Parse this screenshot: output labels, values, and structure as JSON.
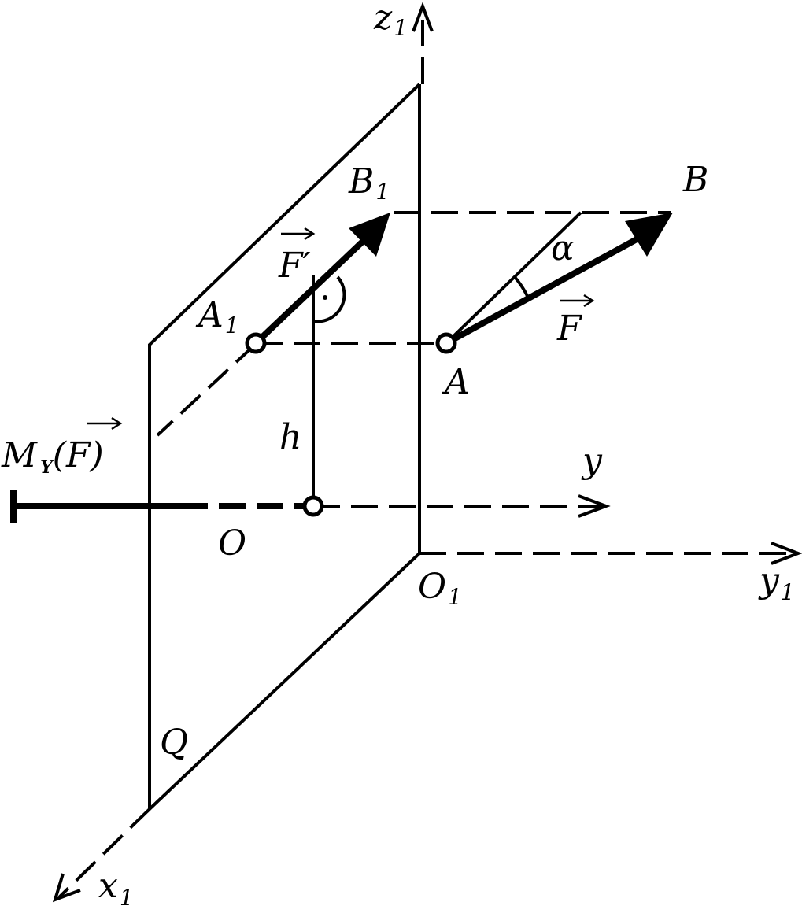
{
  "labels": {
    "z1": "z",
    "z1_sub": "1",
    "B": "B",
    "B1": "B",
    "B1_sub": "1",
    "F_prime": "F′",
    "F": "F",
    "alpha": "α",
    "A1": "A",
    "A1_sub": "1",
    "A": "A",
    "h": "h",
    "y": "y",
    "moment_M": "M",
    "moment_sub": "Y",
    "moment_paren": "(F)",
    "O": "O",
    "O1": "O",
    "O1_sub": "1",
    "y1": "y",
    "y1_sub": "1",
    "Q": "Q",
    "x1": "x",
    "x1_sub": "1"
  }
}
